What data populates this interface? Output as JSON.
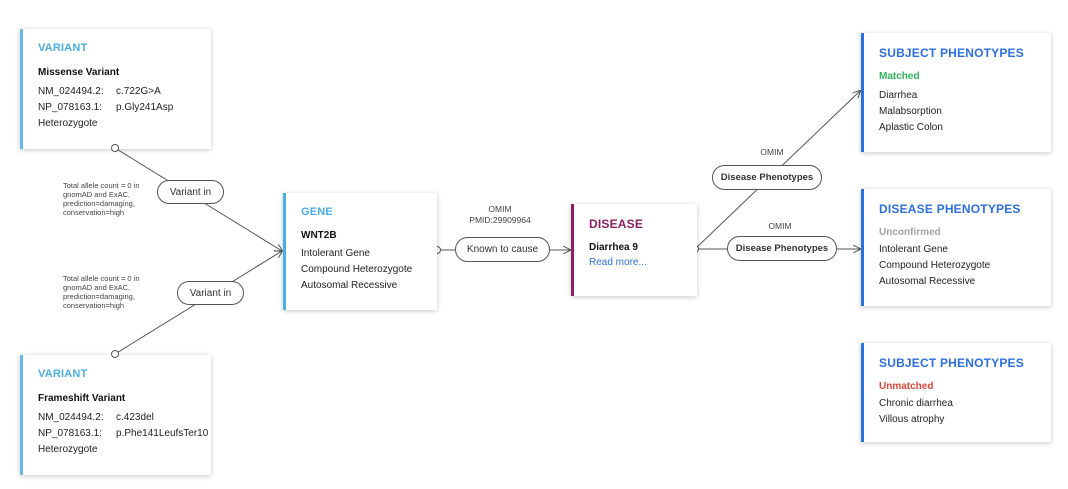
{
  "variant1": {
    "title": "VARIANT",
    "name": "Missense Variant",
    "rows": [
      {
        "k": "NM_024494.2:",
        "v": "c.722G>A"
      },
      {
        "k": "NP_078163.1:",
        "v": "p.Gly241Asp"
      }
    ],
    "zygosity": "Heterozygote"
  },
  "variant2": {
    "title": "VARIANT",
    "name": "Frameshift Variant",
    "rows": [
      {
        "k": "NM_024494.2:",
        "v": "c.423del"
      },
      {
        "k": "NP_078163.1:",
        "v": "p.Phe141LeufsTer10"
      }
    ],
    "zygosity": "Heterozygote"
  },
  "annotation1": [
    "Total allele count = 0 in",
    "gnomAD and ExAC,",
    "prediction=damaging,",
    "conservation=high"
  ],
  "annotation2": [
    "Total allele count = 0 in",
    "gnomAD and ExAC,",
    "prediction=damaging,",
    "conservation=high"
  ],
  "edge_variant1": "Variant in",
  "edge_variant2": "Variant in",
  "gene": {
    "title": "GENE",
    "name": "WNT2B",
    "lines": [
      "Intolerant Gene",
      "Compound Heterozygote",
      "Autosomal Recessive"
    ]
  },
  "edge_gene_disease": {
    "source": "OMIM",
    "pmid": "PMID:29909964",
    "label": "Known to cause"
  },
  "disease": {
    "title": "DISEASE",
    "name": "Diarrhea 9",
    "link": "Read more..."
  },
  "edge_subject": {
    "source": "OMIM",
    "label": "Disease Phenotypes"
  },
  "edge_disease_pheno": {
    "source": "OMIM",
    "label": "Disease Phenotypes"
  },
  "subject_matched": {
    "title": "SUBJECT PHENOTYPES",
    "status": "Matched",
    "items": [
      "Diarrhea",
      "Malabsorption",
      "Aplastic Colon"
    ]
  },
  "disease_phenotypes": {
    "title": "DISEASE PHENOTYPES",
    "status": "Unconfirmed",
    "items": [
      "Intolerant Gene",
      "Compound Heterozygote",
      "Autosomal Recessive"
    ]
  },
  "subject_unmatched": {
    "title": "SUBJECT PHENOTYPES",
    "status": "Unmatched",
    "items": [
      "Chronic diarrhea",
      "Villous atrophy"
    ]
  },
  "colors": {
    "variant_accent": "#4aaee5",
    "disease_accent": "#8a1f63",
    "phenotype_accent": "#2c6fe0",
    "matched": "#2fb458",
    "unconfirmed": "#a3a3a3",
    "unmatched": "#e0463a"
  }
}
